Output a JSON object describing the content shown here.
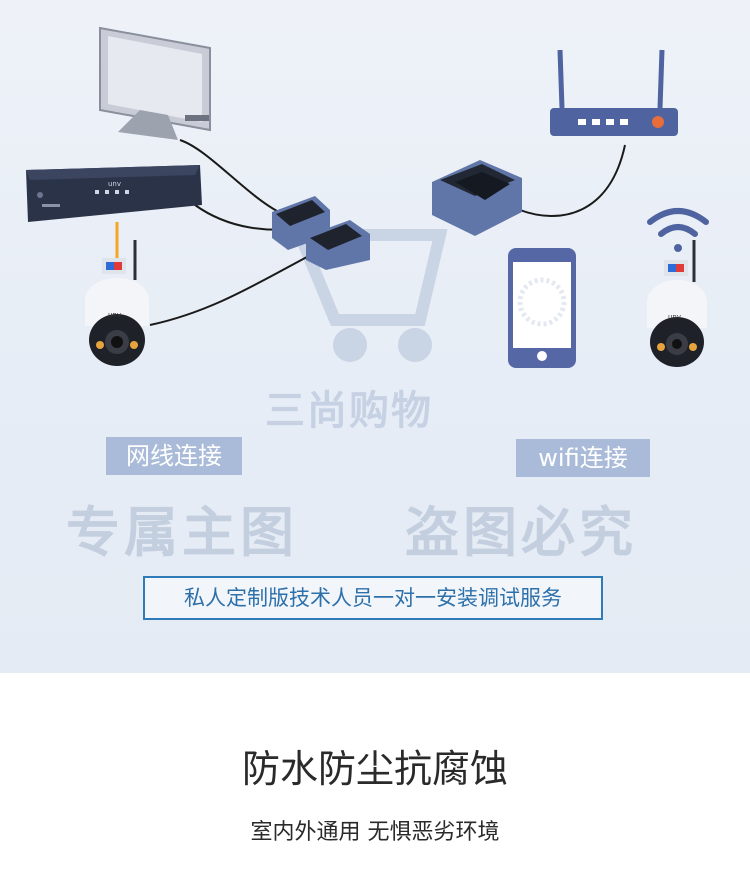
{
  "labels": {
    "wired": "网线连接",
    "wifi": "wifi连接"
  },
  "watermark": {
    "brand": "三尚购物",
    "left": "专属主图",
    "right": "盗图必究"
  },
  "device": {
    "logo": "unv"
  },
  "service_box": "私人定制版技术人员一对一安装调试服务",
  "headline": "防水防尘抗腐蚀",
  "subline": "室内外通用 无惧恶劣环境",
  "colors": {
    "accent_blue": "#2e7bb8",
    "label_bg": "#a9bbd8",
    "device_dark": "#2a3348",
    "nas_blue": "#5a6fa5"
  },
  "icons": [
    "monitor-icon",
    "nvr-icon",
    "switch-icon",
    "router-icon",
    "smartphone-icon",
    "ptz-camera-icon",
    "wifi-signal-icon",
    "cart-watermark-icon"
  ]
}
